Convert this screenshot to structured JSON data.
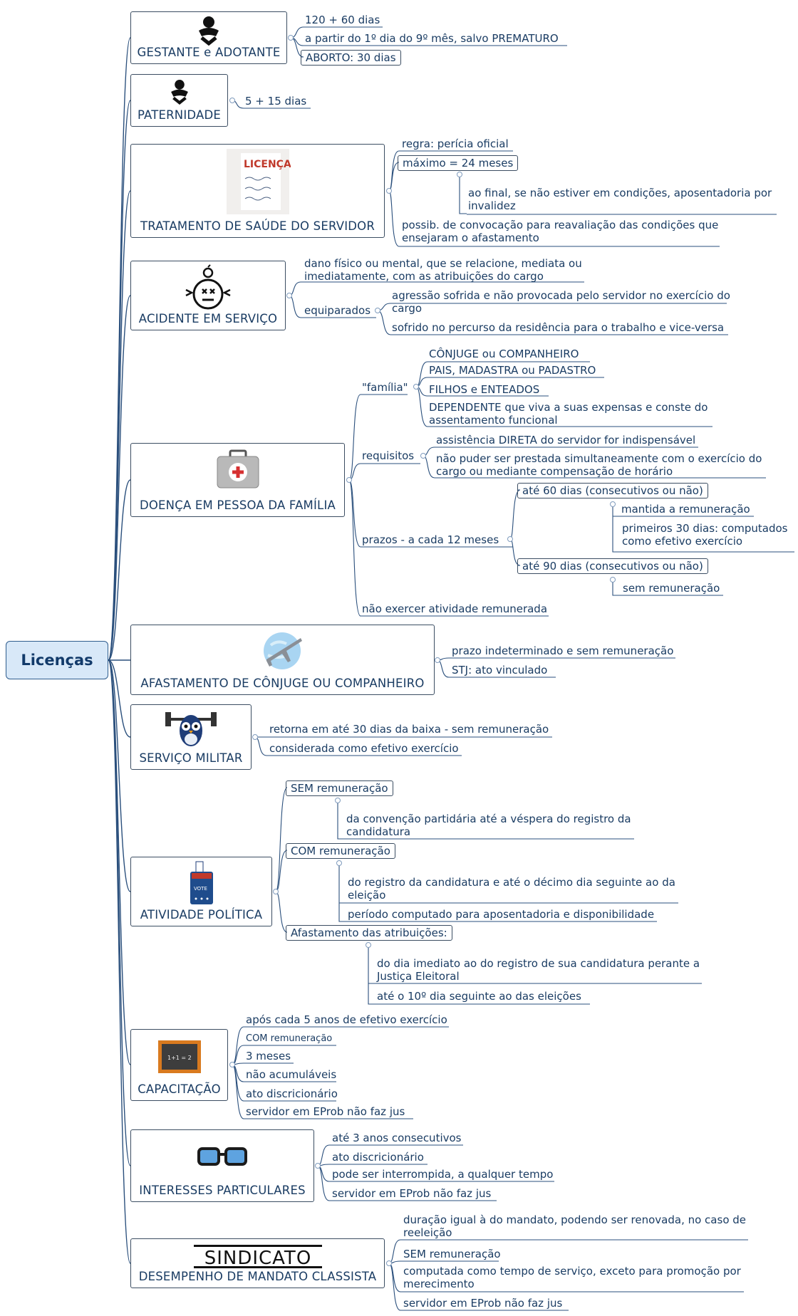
{
  "central": "Licenças",
  "gestante": {
    "title": "GESTANTE e ADOTANTE",
    "icon": "baby-icon",
    "items": [
      "120 + 60 dias",
      "a partir do 1º dia do 9º mês, salvo PREMATURO",
      "ABORTO: 30 dias"
    ]
  },
  "paternidade": {
    "title": "PATERNIDADE",
    "icon": "baby-icon",
    "items": [
      "5 + 15 dias"
    ]
  },
  "saude": {
    "title": "TRATAMENTO DE SAÚDE DO SERVIDOR",
    "icon": "licenca-document-icon",
    "icon_text": "LICENÇA",
    "items": [
      "regra: perícia oficial",
      "máximo = 24 meses",
      "ao final, se não estiver em condições, aposentadoria por invalidez",
      "possib. de convocação para reavaliação das condições que ensejaram o afastamento"
    ]
  },
  "acidente": {
    "title": "ACIDENTE EM SERVIÇO",
    "icon": "injured-face-icon",
    "items": [
      "dano físico ou mental, que se relacione, mediata ou imediatamente, com as atribuições do cargo",
      "equiparados",
      "agressão sofrida e não provocada pelo servidor no exercício do cargo",
      "sofrido no percurso da residência para o trabalho e vice-versa"
    ]
  },
  "familia": {
    "title": "DOENÇA EM PESSOA DA FAMÍLIA",
    "icon": "first-aid-kit-icon",
    "familia_label": "\"família\"",
    "familia_items": [
      "CÔNJUGE ou COMPANHEIRO",
      "PAIS, MADASTRA ou PADASTRO",
      "FILHOS e ENTEADOS",
      "DEPENDENTE que viva a suas expensas e conste do assentamento funcional"
    ],
    "requisitos_label": "requisitos",
    "requisitos_items": [
      "assistência DIRETA do servidor for indispensável",
      "não puder ser prestada simultaneamente com o exercício do cargo ou mediante compensação de horário"
    ],
    "prazos_label": "prazos - a cada 12 meses",
    "prazo60": "até 60 dias (consecutivos ou não)",
    "prazo60_items": [
      "mantida a remuneração",
      "primeiros 30 dias: computados como efetivo exercício"
    ],
    "prazo90": "até 90 dias (consecutivos ou não)",
    "prazo90_items": [
      "sem remuneração"
    ],
    "nao_exercer": "não exercer atividade remunerada"
  },
  "conjuge": {
    "title": "AFASTAMENTO DE CÔNJUGE OU COMPANHEIRO",
    "icon": "airplane-globe-icon",
    "items": [
      "prazo indeterminado e sem remuneração",
      "STJ: ato vinculado"
    ]
  },
  "militar": {
    "title": "SERVIÇO MILITAR",
    "icon": "owl-weightlifter-icon",
    "items": [
      "retorna em até 30 dias da baixa - sem remuneração",
      "considerada como efetivo exercício"
    ]
  },
  "politica": {
    "title": "ATIVIDADE POLÍTICA",
    "icon": "ballot-box-icon",
    "icon_text": "VOTE",
    "sem": "SEM remuneração",
    "sem_items": [
      "da convenção partidária até a véspera do registro da candidatura"
    ],
    "com": "COM remuneração",
    "com_items": [
      "do registro da candidatura e até o décimo dia seguinte ao da eleição",
      "período computado para aposentadoria e disponibilidade"
    ],
    "afast": "Afastamento das atribuições:",
    "afast_items": [
      "do dia imediato ao do registro de sua candidatura perante a Justiça Eleitoral",
      "até o 10º dia seguinte ao das eleições"
    ]
  },
  "capacitacao": {
    "title": "CAPACITAÇÃO",
    "icon": "chalkboard-icon",
    "icon_text": "1+1 = 2",
    "items": [
      "após cada 5 anos de efetivo exercício",
      "COM remuneração",
      "3 meses",
      "não acumuláveis",
      "ato discricionário",
      "servidor em EProb não faz jus"
    ]
  },
  "interesses": {
    "title": "INTERESSES PARTICULARES",
    "icon": "glasses-icon",
    "items": [
      "até 3 anos consecutivos",
      "ato discricionário",
      "pode ser interrompida, a qualquer tempo",
      "servidor em EProb não faz jus"
    ]
  },
  "sindicato": {
    "title": "DESEMPENHO DE MANDATO CLASSISTA",
    "icon": "sindicato-logo-icon",
    "icon_text": "SINDICATO",
    "items": [
      "duração igual à do mandato, podendo ser renovada, no caso de reeleição",
      "SEM remuneração",
      "computada como tempo de serviço, exceto para promoção por merecimento",
      "servidor em EProb não faz jus"
    ]
  },
  "colors": {
    "line": "#2a4f7c",
    "central_fill": "#d8e8f8",
    "central_text": "#123a6a",
    "text": "#1a3c63"
  }
}
